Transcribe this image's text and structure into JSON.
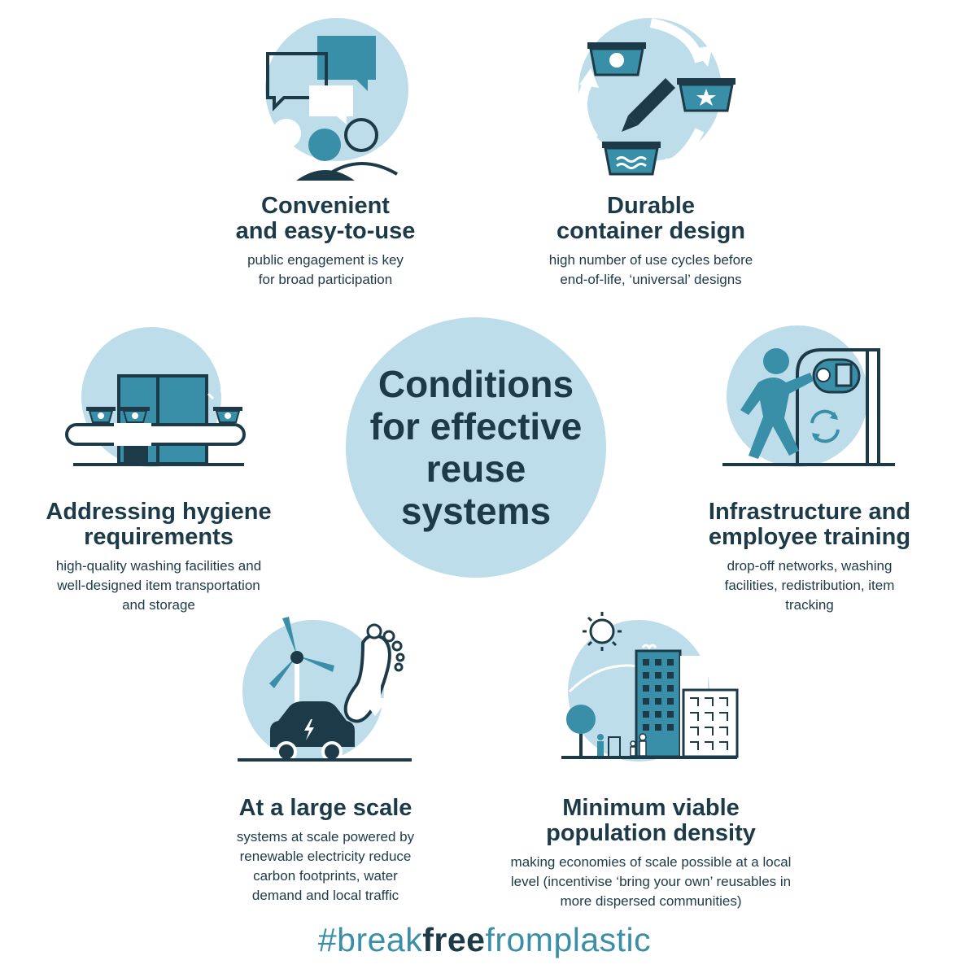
{
  "center": {
    "title_lines": [
      "Conditions",
      "for effective",
      "reuse",
      "systems"
    ]
  },
  "items": [
    {
      "id": "convenient",
      "icon": "chat-people-icon",
      "title_lines": [
        "Convenient",
        "and easy-to-use"
      ],
      "desc_lines": [
        "public engagement is key",
        "for broad participation"
      ]
    },
    {
      "id": "durable",
      "icon": "container-cycle-icon",
      "title_lines": [
        "Durable",
        "container design"
      ],
      "desc_lines": [
        "high number of use cycles before",
        "end-of-life, ‘universal’ designs"
      ]
    },
    {
      "id": "hygiene",
      "icon": "washing-conveyor-icon",
      "title_lines": [
        "Addressing hygiene",
        "requirements"
      ],
      "desc_lines": [
        "high-quality washing facilities and",
        "well-designed item transportation",
        "and storage"
      ]
    },
    {
      "id": "infrastructure",
      "icon": "return-machine-icon",
      "title_lines": [
        "Infrastructure and",
        "employee training"
      ],
      "desc_lines": [
        "drop-off networks, washing",
        "facilities, redistribution, item",
        "tracking"
      ]
    },
    {
      "id": "scale",
      "icon": "wind-car-footprint-icon",
      "title_lines": [
        "At a large scale"
      ],
      "desc_lines": [
        "systems at scale powered by",
        "renewable electricity reduce",
        "carbon footprints, water",
        "demand and local traffic"
      ]
    },
    {
      "id": "density",
      "icon": "city-buildings-icon",
      "title_lines": [
        "Minimum viable",
        "population density"
      ],
      "desc_lines": [
        "making economies of scale possible at a local",
        "level (incentivise ‘bring your own’ reusables in",
        "more dispersed communities)"
      ]
    }
  ],
  "hashtag": {
    "part1": "#break",
    "part2": "free",
    "part3": "fromplastic"
  },
  "colors": {
    "dark": "#1d3a48",
    "mid": "#3a8fa8",
    "light": "#bcdde9"
  }
}
